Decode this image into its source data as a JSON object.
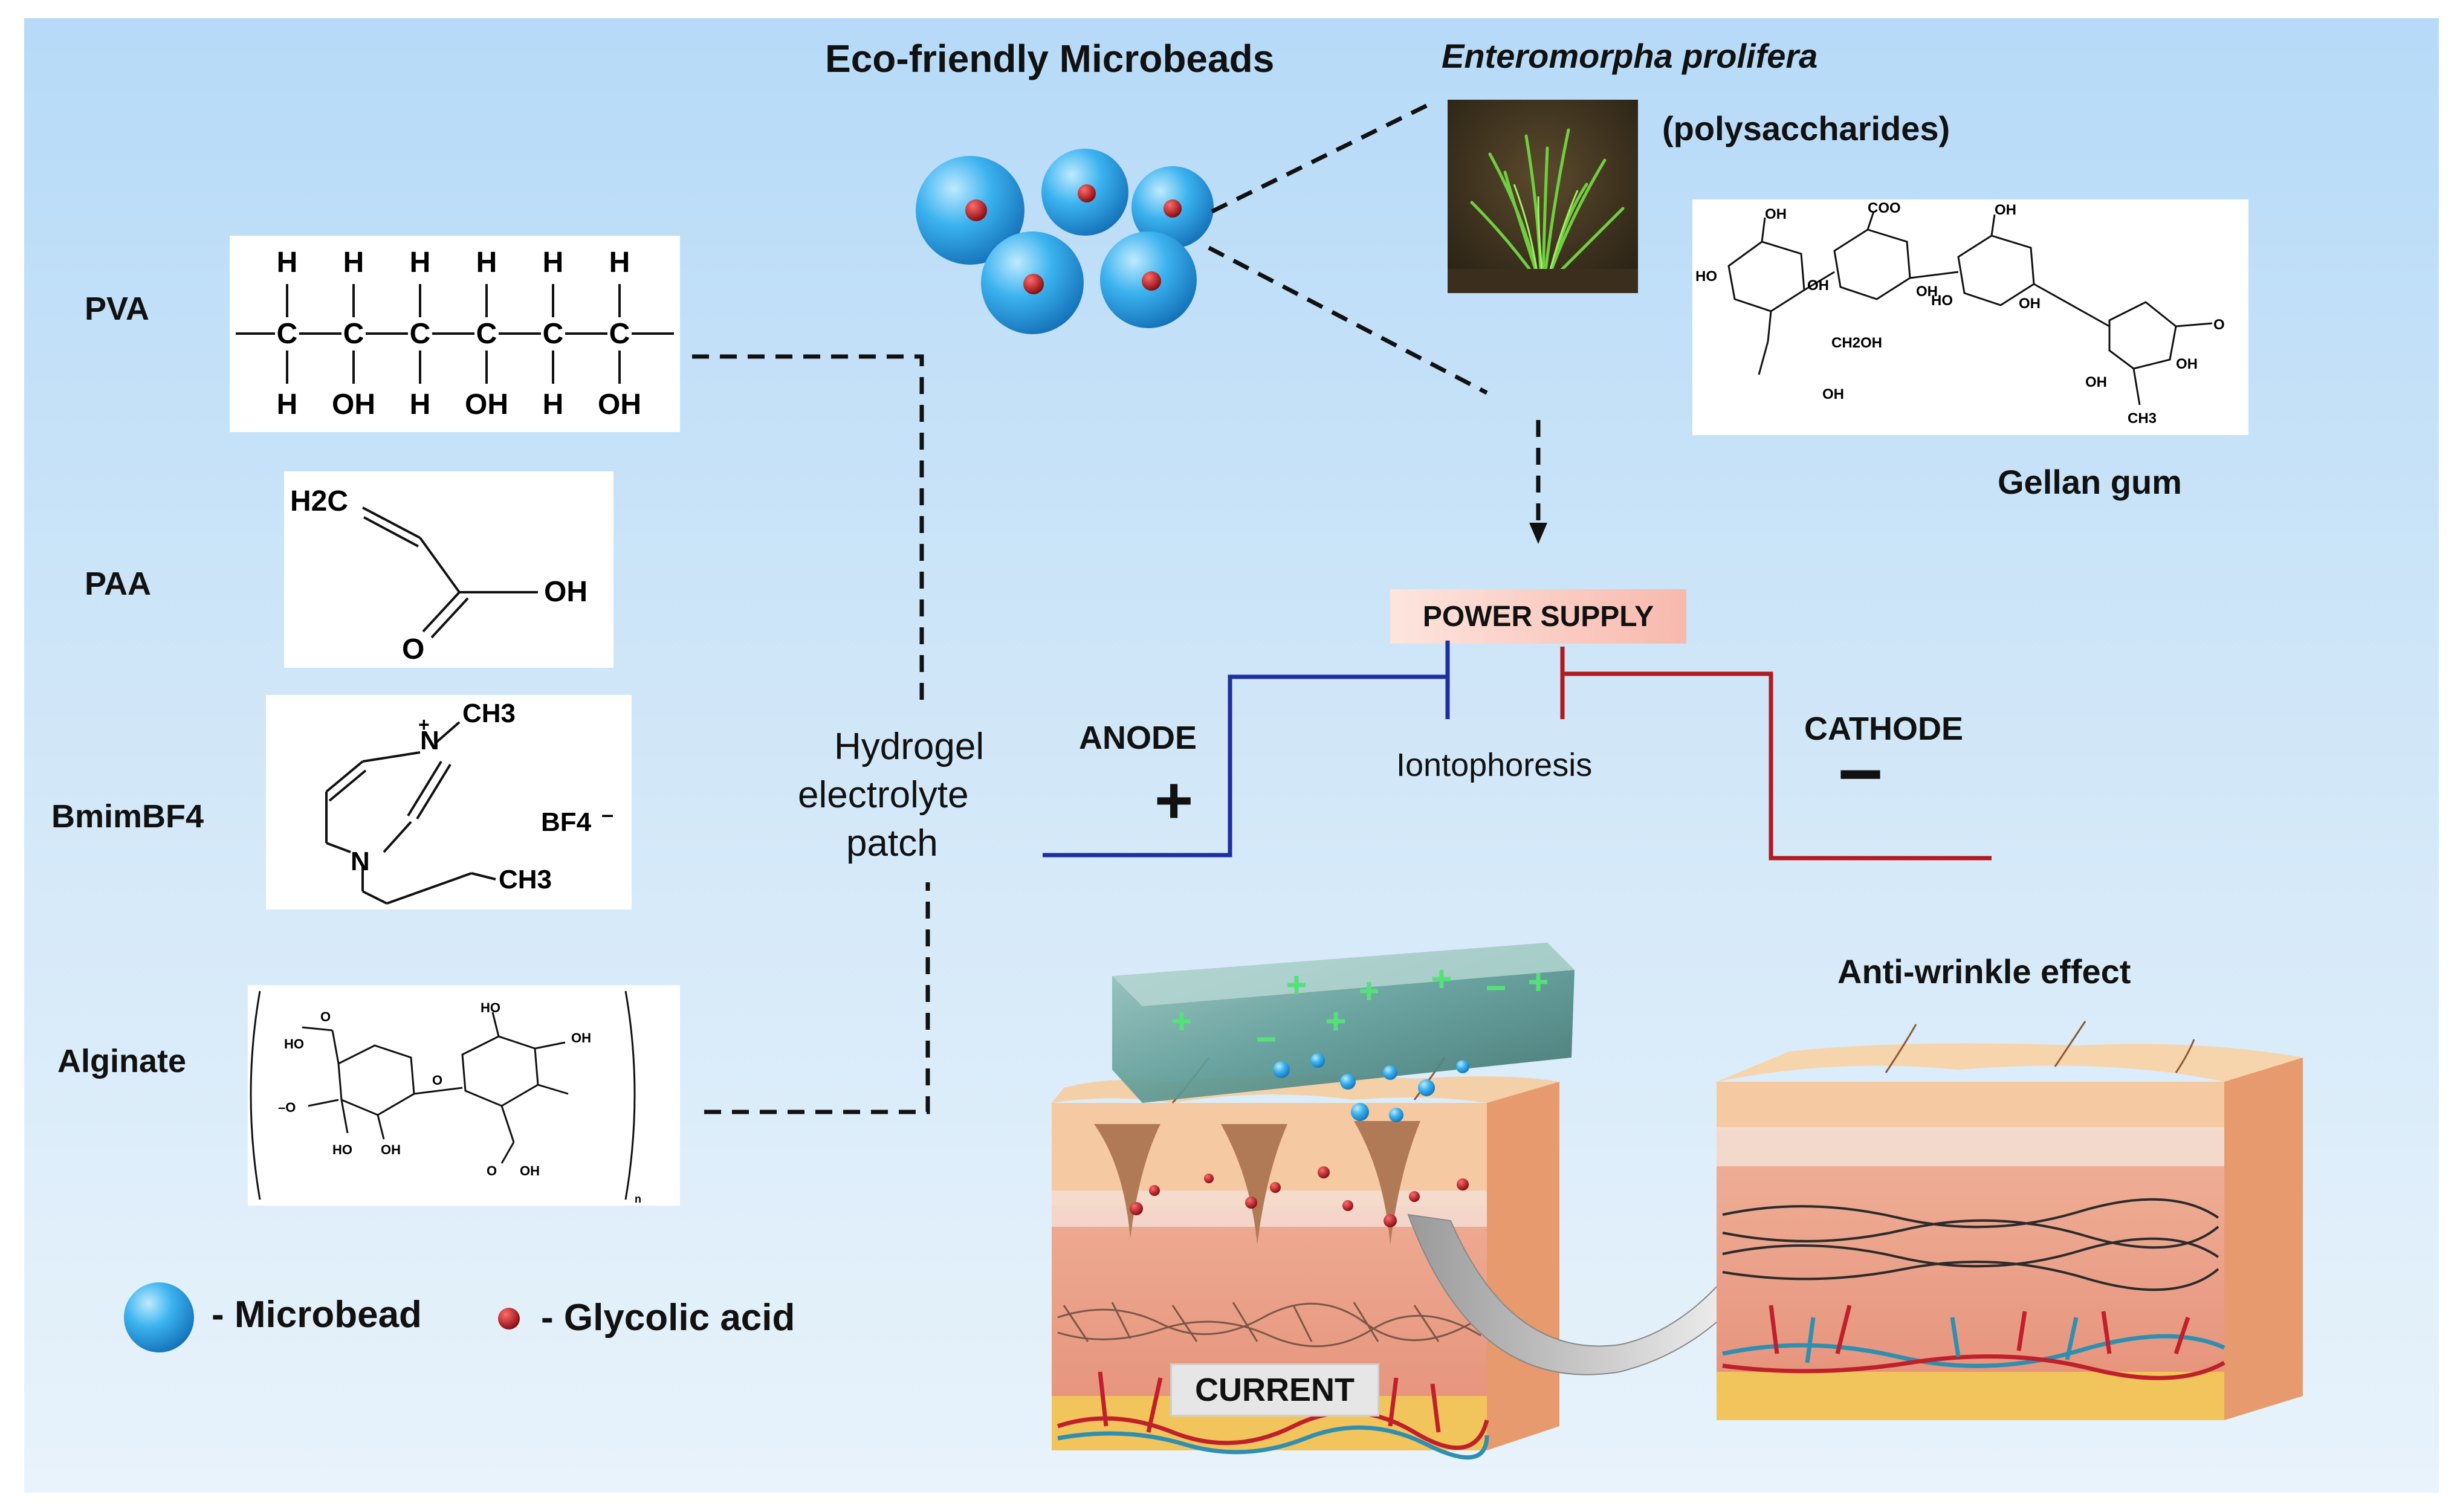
{
  "title": "Eco-friendly  Microbeads",
  "source_organism": "Enteromorpha prolifera",
  "polysaccharides_label": "(polysaccharides)",
  "gellan": {
    "name": "Gellan gum",
    "atoms": {
      "oh1": "OH",
      "coo": "COO",
      "oh2": "OH",
      "ho1": "HO",
      "oh3": "OH",
      "oh4": "OH",
      "ho2": "HO",
      "oh5": "OH",
      "ch2oh": "CH2OH",
      "oh6": "OH",
      "oh7": "OH",
      "oh8": "OH",
      "ch3": "CH3",
      "o_end": "O"
    }
  },
  "components": [
    {
      "label": "PVA"
    },
    {
      "label": "PAA"
    },
    {
      "label": "BmimBF4"
    },
    {
      "label": "Alginate"
    }
  ],
  "pva": {
    "top_atoms": [
      "H",
      "H",
      "H",
      "H",
      "H",
      "H"
    ],
    "chain_atoms": [
      "C",
      "C",
      "C",
      "C",
      "C",
      "C"
    ],
    "bottom_atoms": [
      "H",
      "OH",
      "H",
      "OH",
      "H",
      "OH"
    ]
  },
  "paa": {
    "h2c": "H2C",
    "oh": "OH",
    "o": "O"
  },
  "bmim": {
    "n_plus": "N",
    "plus": "+",
    "n": "N",
    "ch3_top": "CH3",
    "ch3_bottom": "CH3",
    "bf4": "BF4",
    "bf4_charge": "–"
  },
  "alginate": {
    "atoms": {
      "ho_tl": "HO",
      "o_t": "O",
      "ho_tr": "HO",
      "oh_tr": "OH",
      "o_left": "–O",
      "ho_bl": "HO",
      "oh_bl": "OH",
      "o_bond": "O",
      "o_br": "O",
      "oh_br": "OH",
      "n": "n"
    }
  },
  "hydrogel_label": [
    "Hydrogel",
    "electrolyte",
    "patch"
  ],
  "power_supply": "POWER SUPPLY",
  "anode": "ANODE",
  "anode_sign": "+",
  "cathode": "CATHODE",
  "cathode_sign": "−",
  "process": "Iontophoresis",
  "current": "CURRENT",
  "effect": "Anti-wrinkle  effect",
  "legend": [
    {
      "symbol": "microbead",
      "text": "- Microbead"
    },
    {
      "symbol": "glycolic-acid",
      "text": "- Glycolic acid"
    }
  ],
  "colors": {
    "anode_wire": "#1f2f9e",
    "cathode_wire": "#b3191d",
    "microbead": "#2fa3e6",
    "glycolic_acid": "#b3151d",
    "background_top": "#b6daf8",
    "background_bottom": "#e8f3fb"
  }
}
